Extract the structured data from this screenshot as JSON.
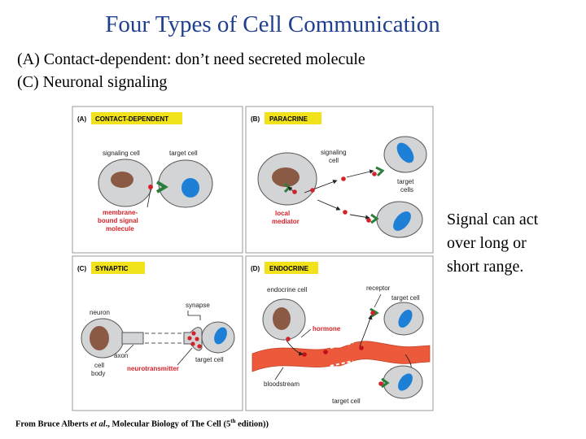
{
  "slide": {
    "title": "Four Types of Cell Communication",
    "line_a": "(A) Contact-dependent: don’t need secreted molecule",
    "line_c": "(C) Neuronal signaling",
    "side_note_lines": [
      "Signal can act",
      "over long or",
      "short range."
    ],
    "citation": {
      "prefix": "From Bruce Alberts ",
      "etal": "et al",
      "middle": "., Molecular Biology of The Cell (5",
      "sup": "th",
      "suffix": " edition))"
    }
  },
  "figure": {
    "panel_a": {
      "letter": "(A)",
      "title": "CONTACT-DEPENDENT",
      "signaling_cell": "signaling cell",
      "target_cell": "target cell",
      "molecule_lines": [
        "membrane-",
        "bound signal",
        "molecule"
      ]
    },
    "panel_b": {
      "letter": "(B)",
      "title": "PARACRINE",
      "signaling_cell_lines": [
        "signaling",
        "cell"
      ],
      "target_cells_lines": [
        "target",
        "cells"
      ],
      "mediator_lines": [
        "local",
        "mediator"
      ]
    },
    "panel_c": {
      "letter": "(C)",
      "title": "SYNAPTIC",
      "synapse": "synapse",
      "neuron": "neuron",
      "axon": "axon",
      "cell_body_lines": [
        "cell",
        "body"
      ],
      "target_cell": "target cell",
      "neurotransmitter": "neurotransmitter"
    },
    "panel_d": {
      "letter": "(D)",
      "title": "ENDOCRINE",
      "endocrine_cell": "endocrine cell",
      "receptor": "receptor",
      "target_cell_top": "target cell",
      "hormone": "hormone",
      "bloodstream": "bloodstream",
      "target_cell_bottom": "target cell"
    },
    "colors": {
      "label_bar": "#f2e21b",
      "cell_fill": "#d2d4d6",
      "cell_stroke": "#565656",
      "nucleus_brown": "#8a5a44",
      "nucleus_blue": "#1e7fd6",
      "red_label": "#d2232a",
      "bloodstream": "#ec5a3b",
      "receptor_green": "#2d7d3a",
      "arrow": "#222222"
    }
  }
}
